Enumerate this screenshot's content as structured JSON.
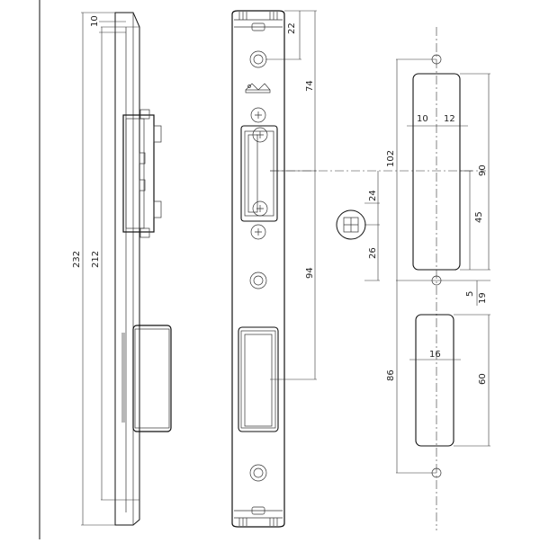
{
  "dimensions": {
    "d10": "10",
    "d232": "232",
    "d212": "212",
    "d22": "22",
    "d74": "74",
    "d94": "94",
    "d24": "24",
    "d26": "26",
    "d102": "102",
    "d90": "90",
    "d45": "45",
    "d10b": "10",
    "d12": "12",
    "d5": "5",
    "d19": "19",
    "d86": "86",
    "d60": "60",
    "d16": "16"
  }
}
